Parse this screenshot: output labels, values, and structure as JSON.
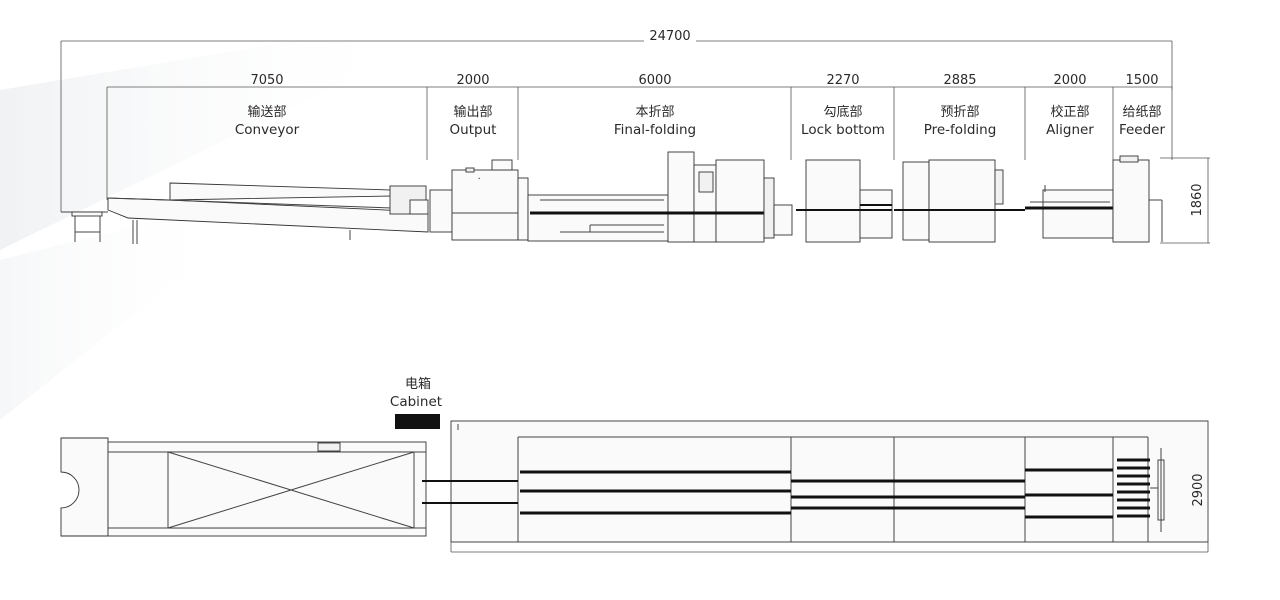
{
  "dimensions": {
    "total_length": "24700",
    "height": "1860",
    "width": "2900"
  },
  "sections": [
    {
      "length": "7050",
      "name_cn": "输送部",
      "name_en": "Conveyor"
    },
    {
      "length": "2000",
      "name_cn": "输出部",
      "name_en": "Output"
    },
    {
      "length": "6000",
      "name_cn": "本折部",
      "name_en": "Final-folding"
    },
    {
      "length": "2270",
      "name_cn": "勾底部",
      "name_en": "Lock bottom"
    },
    {
      "length": "2885",
      "name_cn": "预折部",
      "name_en": "Pre-folding"
    },
    {
      "length": "2000",
      "name_cn": "校正部",
      "name_en": "Aligner"
    },
    {
      "length": "1500",
      "name_cn": "给纸部",
      "name_en": "Feeder"
    }
  ],
  "cabinet": {
    "name_cn": "电箱",
    "name_en": "Cabinet"
  },
  "colors": {
    "line": "#555555",
    "belt": "#111111",
    "cabinet": "#111111"
  }
}
